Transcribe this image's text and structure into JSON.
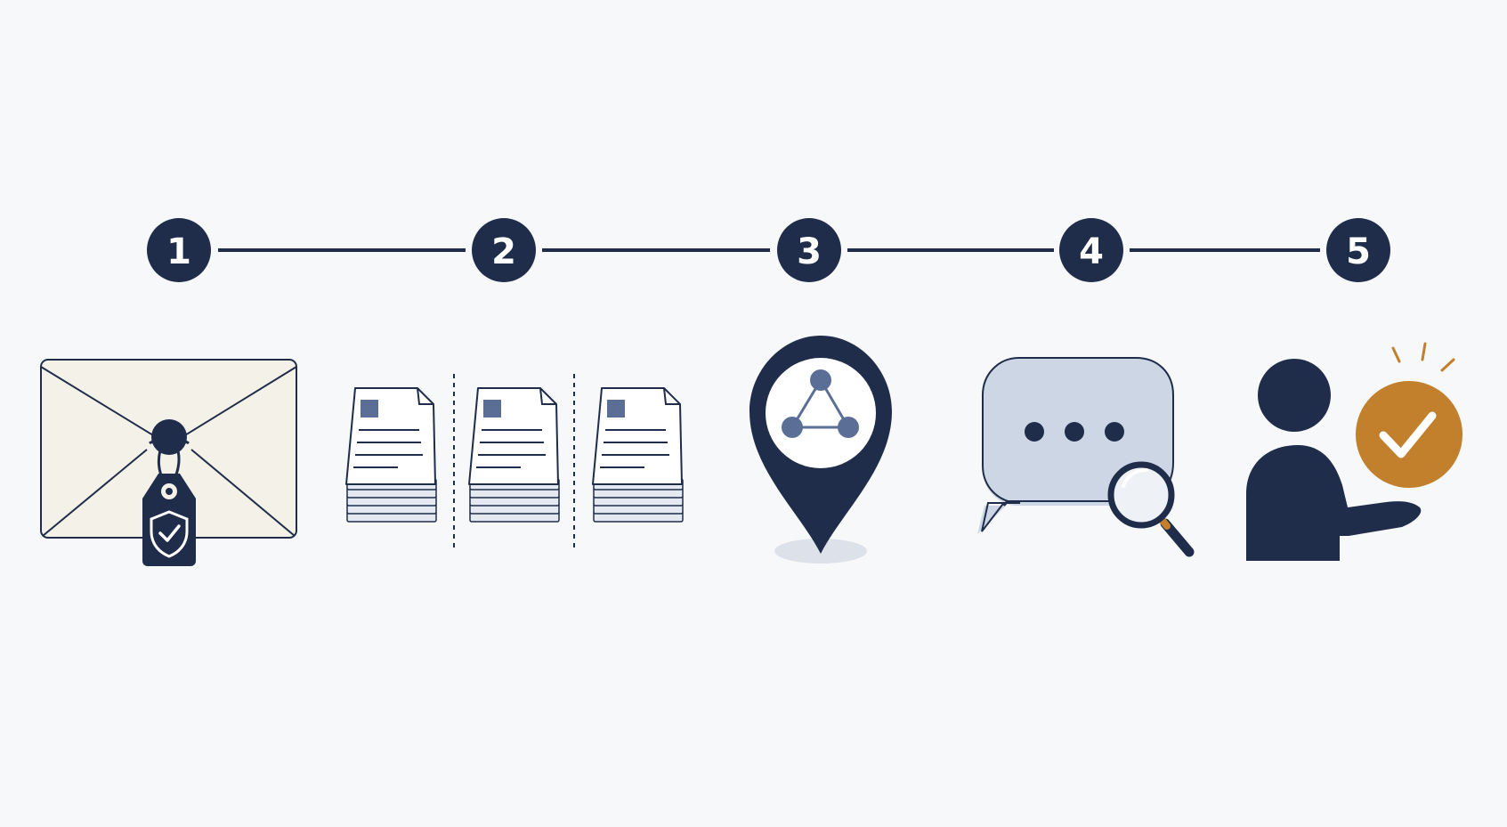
{
  "colors": {
    "background": "#f7f8fa",
    "navy": "#1f2d4a",
    "slate": "#5b6f96",
    "paper": "#f4f1e8",
    "bubble": "#cdd6e4",
    "accent_orange": "#c27f2c",
    "shadow": "#dde2ea"
  },
  "steps": [
    {
      "number": "1",
      "icon": "sealed-envelope-with-shield-tag-icon"
    },
    {
      "number": "2",
      "icon": "document-stacks-icon"
    },
    {
      "number": "3",
      "icon": "network-location-pin-icon"
    },
    {
      "number": "4",
      "icon": "chat-bubble-with-magnifier-icon"
    },
    {
      "number": "5",
      "icon": "person-with-approval-badge-icon"
    }
  ]
}
